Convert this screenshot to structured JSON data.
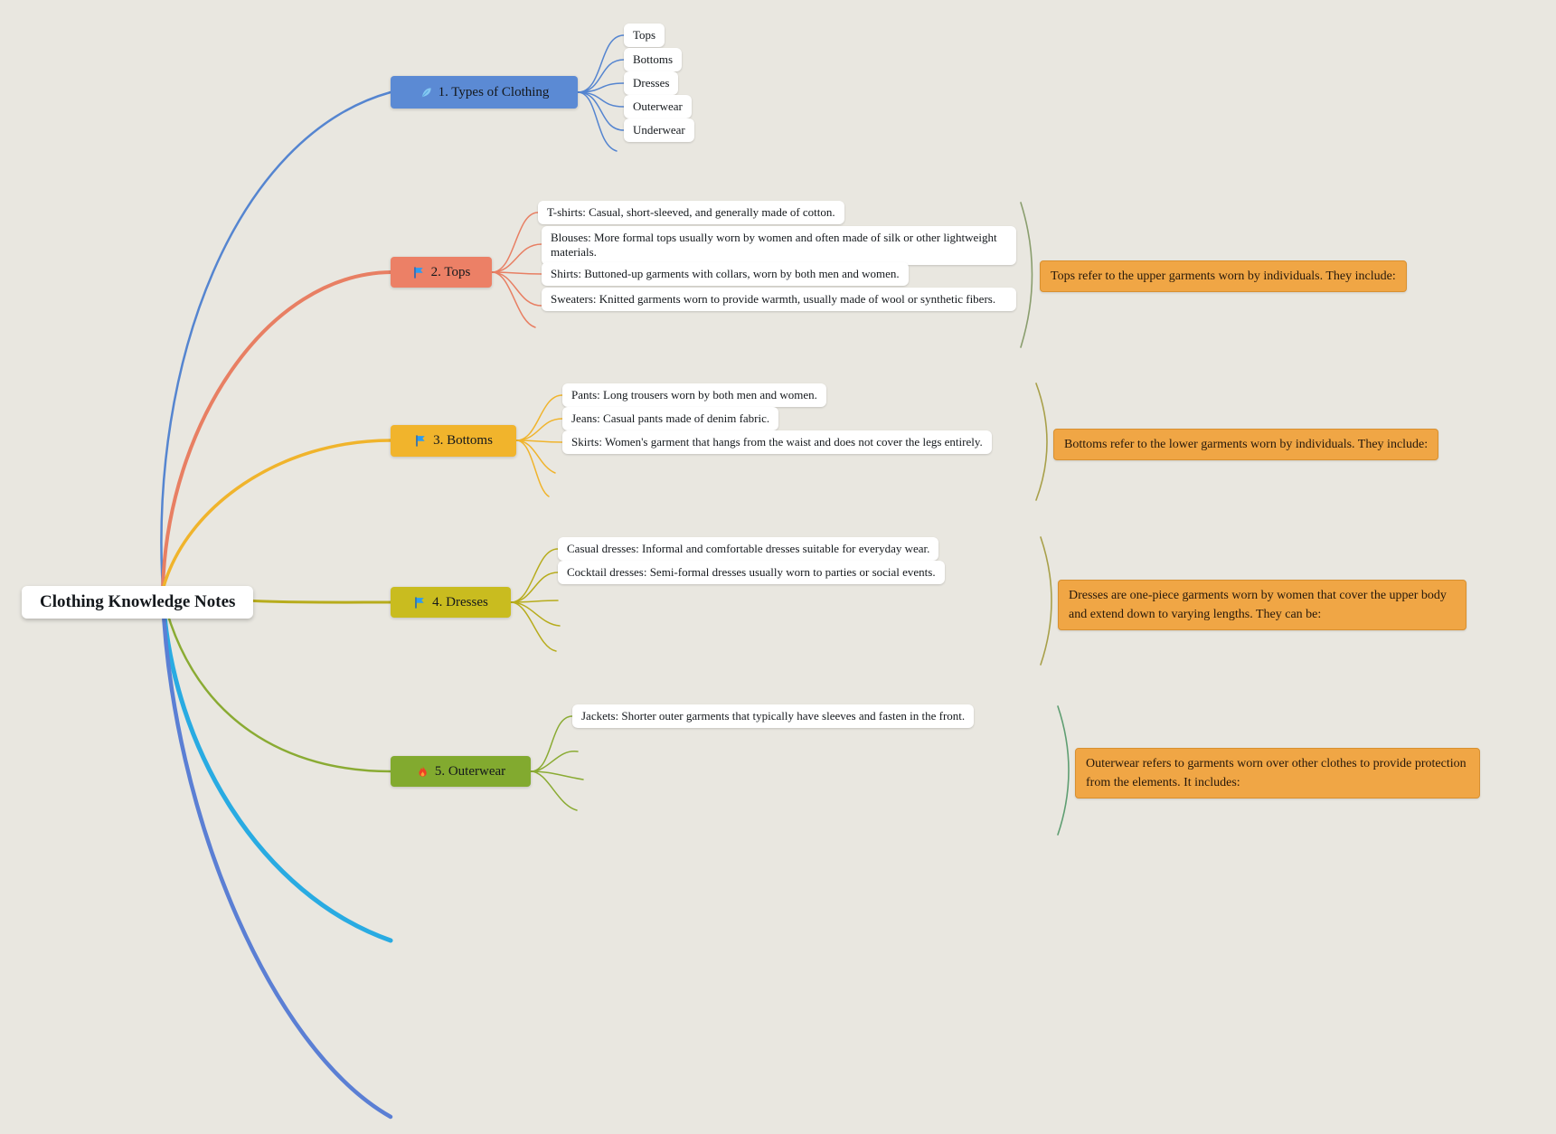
{
  "title": "Clothing Knowledge Notes",
  "branches": [
    {
      "label": "1. Types of Clothing",
      "icon": "feather-icon",
      "color": "#5b8ad4",
      "children": [
        "Tops",
        "Bottoms",
        "Dresses",
        "Outerwear",
        "Underwear"
      ]
    },
    {
      "label": "2. Tops",
      "icon": "flag-icon",
      "color": "#ec8066",
      "children": [
        "T-shirts: Casual, short-sleeved, and generally made of cotton.",
        "Blouses: More formal tops usually worn by women and often made of silk or other lightweight materials.",
        "Shirts: Buttoned-up garments with collars, worn by both men and women.",
        "Sweaters: Knitted garments worn to provide warmth, usually made of wool or synthetic fibers."
      ],
      "summary": "Tops refer to the upper garments worn by individuals. They include:"
    },
    {
      "label": "3. Bottoms",
      "icon": "flag-icon",
      "color": "#f1b42c",
      "children": [
        "Pants: Long trousers worn by both men and women.",
        "Jeans: Casual pants made of denim fabric.",
        "Skirts: Women's garment that hangs from the waist and does not cover the legs entirely."
      ],
      "summary": "Bottoms refer to the lower garments worn by individuals. They include:"
    },
    {
      "label": "4. Dresses",
      "icon": "flag-icon",
      "color": "#c9bc1f",
      "children": [
        "Casual dresses: Informal and comfortable dresses suitable for everyday wear.",
        "Cocktail dresses: Semi-formal dresses usually worn to parties or social events."
      ],
      "summary": "Dresses are one-piece garments worn by women that cover the upper body and extend down to varying lengths. They can be:"
    },
    {
      "label": "5. Outerwear",
      "icon": "flame-icon",
      "color": "#82aa2f",
      "children": [
        "Jackets: Shorter outer garments that typically have sleeves and fasten in the front."
      ],
      "summary": "Outerwear refers to garments worn over other clothes to provide protection from the elements. It includes:"
    }
  ],
  "colors": {
    "background": "#e9e7e0",
    "root_box": "#ffffff",
    "child_box": "#ffffff",
    "summary_box": "#f0a645",
    "edge_types": "#5585d0",
    "edge_tops": "#e87f63",
    "edge_bottoms": "#f0b42c",
    "edge_dresses": "#b7ac1c",
    "edge_outerwear": "#8aab33",
    "edge_collapsed_light_blue": "#29abe2",
    "edge_collapsed_blue": "#5b7fd4"
  }
}
